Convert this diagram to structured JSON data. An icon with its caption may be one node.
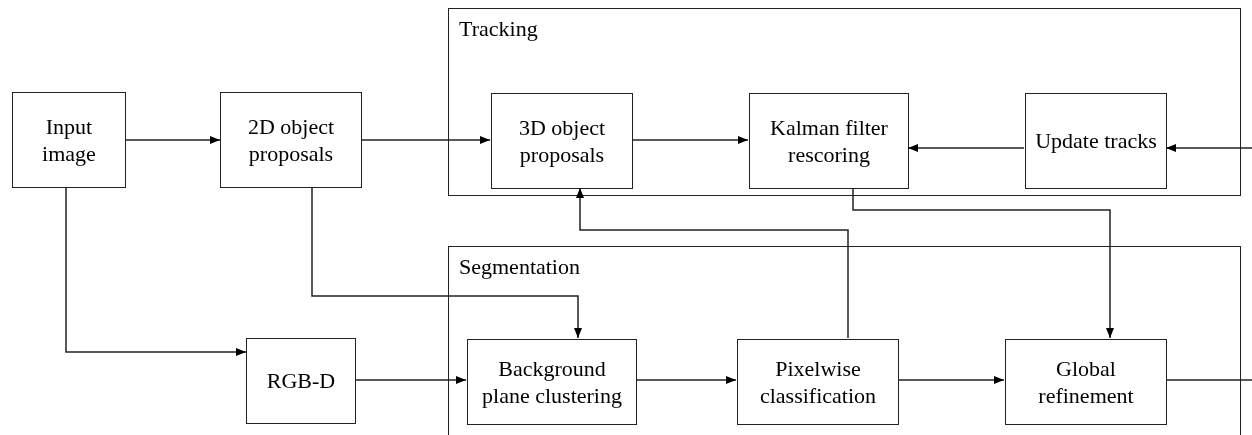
{
  "diagram": {
    "nodes": [
      {
        "text": [
          "Input image"
        ]
      },
      {
        "text": [
          "2D object proposals"
        ]
      },
      {
        "text": [
          "Tracking"
        ]
      },
      {
        "text": [
          "3D object proposals"
        ],
        "in": 2
      },
      {
        "text": [
          "Kalman filter rescoring"
        ],
        "in": 2
      },
      {
        "text": [
          "Update tracks"
        ],
        "in": 2
      },
      {
        "text": [
          "Segmentation"
        ]
      },
      {
        "text": [
          "RGB-D"
        ]
      },
      {
        "text": [
          "Background plane clustering"
        ],
        "in": 6
      },
      {
        "text": [
          "Pixelwise classification"
        ],
        "in": 6
      },
      {
        "text": [
          "Global refinement"
        ],
        "in": 6
      }
    ],
    "edges": [
      {
        "from": 0,
        "to": 1,
        "arrow": "to"
      },
      {
        "from": 1,
        "to": 3,
        "arrow": "to"
      },
      {
        "from": 3,
        "to": 4,
        "arrow": "to"
      },
      {
        "from": 5,
        "to": 4,
        "arrow": "to"
      },
      {
        "from": null,
        "to": 5,
        "arrow": "to"
      },
      {
        "from": 0,
        "to": 7,
        "arrow": "to"
      },
      {
        "from": 1,
        "to": 8,
        "arrow": "to"
      },
      {
        "from": 7,
        "to": 8,
        "arrow": "to"
      },
      {
        "from": 8,
        "to": 9,
        "arrow": "to"
      },
      {
        "from": 9,
        "to": 10,
        "arrow": "to"
      },
      {
        "from": 9,
        "to": 3,
        "arrow": "to"
      },
      {
        "from": 4,
        "to": 10,
        "arrow": "to"
      },
      {
        "from": 10,
        "to": null,
        "arrow": "none"
      }
    ]
  }
}
